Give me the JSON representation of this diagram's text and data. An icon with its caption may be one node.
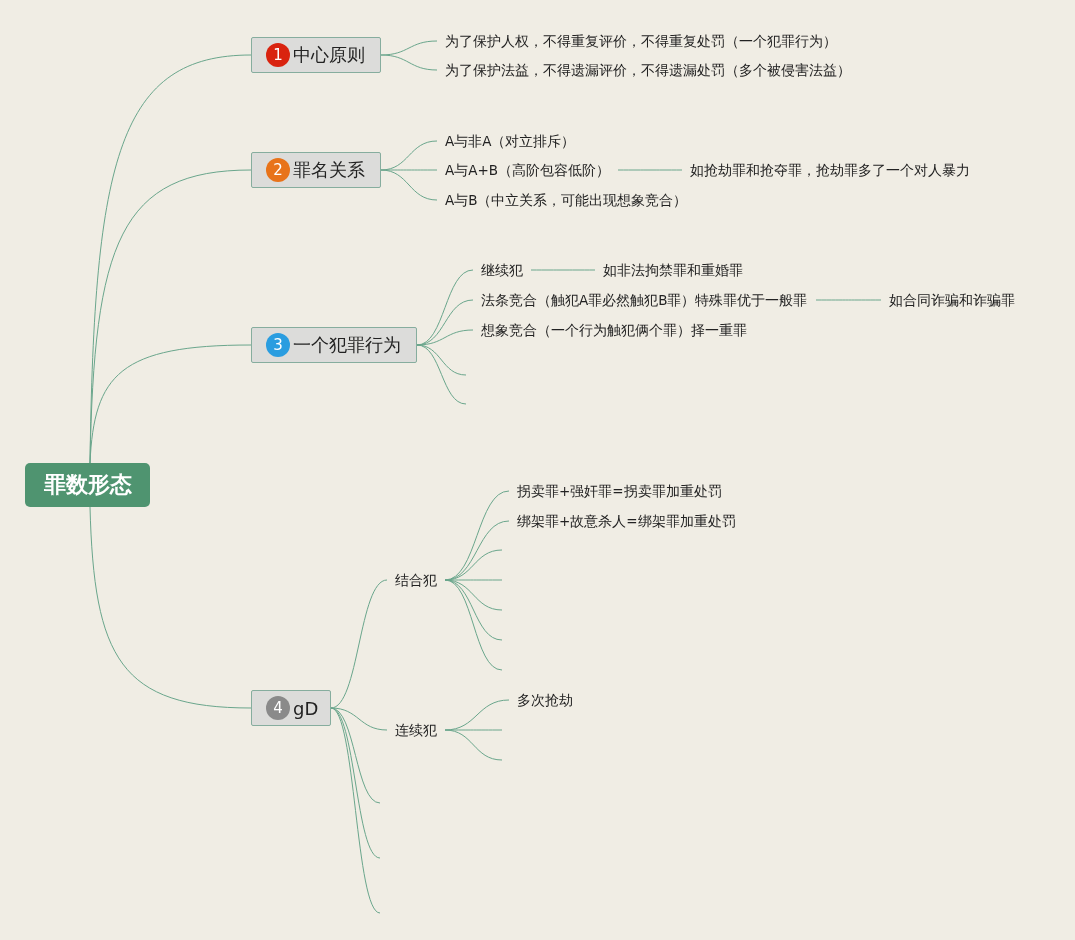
{
  "diagram": {
    "nodes": [
      {
        "text": [
          "罪数形态"
        ]
      },
      {
        "text": [
          "1",
          "中心原则"
        ]
      },
      {
        "text": [
          "2",
          "罪名关系"
        ]
      },
      {
        "text": [
          "3",
          "一个犯罪行为"
        ]
      },
      {
        "text": [
          "4",
          "gD"
        ]
      },
      {
        "text": [
          "为了保护人权，不得重复评价，不得重复处罚（一个犯罪行为）"
        ]
      },
      {
        "text": [
          "为了保护法益，不得遗漏评价，不得遗漏处罚（多个被侵害法益）"
        ]
      },
      {
        "text": [
          "A与非A（对立排斥）"
        ]
      },
      {
        "text": [
          "A与A+B（高阶包容低阶）"
        ]
      },
      {
        "text": [
          "如抢劫罪和抢夺罪，抢劫罪多了一个对人暴力"
        ]
      },
      {
        "text": [
          "A与B（中立关系，可能出现想象竞合）"
        ]
      },
      {
        "text": [
          "继续犯"
        ]
      },
      {
        "text": [
          "如非法拘禁罪和重婚罪"
        ]
      },
      {
        "text": [
          "法条竞合（触犯A罪必然触犯B罪）特殊罪优于一般罪"
        ]
      },
      {
        "text": [
          "如合同诈骗和诈骗罪"
        ]
      },
      {
        "text": [
          "想象竞合（一个行为触犯俩个罪）择一重罪"
        ]
      },
      {
        "text": [
          "结合犯"
        ]
      },
      {
        "text": [
          "拐卖罪+强奸罪=拐卖罪加重处罚"
        ]
      },
      {
        "text": [
          "绑架罪+故意杀人=绑架罪加重处罚"
        ]
      },
      {
        "text": [
          "连续犯"
        ]
      },
      {
        "text": [
          "多次抢劫"
        ]
      }
    ],
    "edges": [
      {
        "from": 0,
        "to": 1,
        "arrow": "none"
      },
      {
        "from": 0,
        "to": 2,
        "arrow": "none"
      },
      {
        "from": 0,
        "to": 3,
        "arrow": "none"
      },
      {
        "from": 0,
        "to": 4,
        "arrow": "none"
      },
      {
        "from": 1,
        "to": 5,
        "arrow": "none"
      },
      {
        "from": 1,
        "to": 6,
        "arrow": "none"
      },
      {
        "from": 2,
        "to": 7,
        "arrow": "none"
      },
      {
        "from": 2,
        "to": 8,
        "arrow": "none"
      },
      {
        "from": 2,
        "to": 10,
        "arrow": "none"
      },
      {
        "from": 8,
        "to": 9,
        "arrow": "none"
      },
      {
        "from": 3,
        "to": 11,
        "arrow": "none"
      },
      {
        "from": 3,
        "to": 13,
        "arrow": "none"
      },
      {
        "from": 3,
        "to": 15,
        "arrow": "none"
      },
      {
        "from": 3,
        "to": null,
        "arrow": "none"
      },
      {
        "from": 3,
        "to": null,
        "arrow": "none"
      },
      {
        "from": 11,
        "to": 12,
        "arrow": "none"
      },
      {
        "from": 13,
        "to": 14,
        "arrow": "none"
      },
      {
        "from": 4,
        "to": 16,
        "arrow": "none"
      },
      {
        "from": 4,
        "to": 19,
        "arrow": "none"
      },
      {
        "from": 4,
        "to": null,
        "arrow": "none"
      },
      {
        "from": 4,
        "to": null,
        "arrow": "none"
      },
      {
        "from": 4,
        "to": null,
        "arrow": "none"
      },
      {
        "from": 16,
        "to": 17,
        "arrow": "none"
      },
      {
        "from": 16,
        "to": 18,
        "arrow": "none"
      },
      {
        "from": 16,
        "to": null,
        "arrow": "none"
      },
      {
        "from": 16,
        "to": null,
        "arrow": "none"
      },
      {
        "from": 16,
        "to": null,
        "arrow": "none"
      },
      {
        "from": 16,
        "to": null,
        "arrow": "none"
      },
      {
        "from": 16,
        "to": null,
        "arrow": "none"
      },
      {
        "from": 19,
        "to": 20,
        "arrow": "none"
      },
      {
        "from": 19,
        "to": null,
        "arrow": "none"
      },
      {
        "from": 19,
        "to": null,
        "arrow": "none"
      }
    ]
  }
}
